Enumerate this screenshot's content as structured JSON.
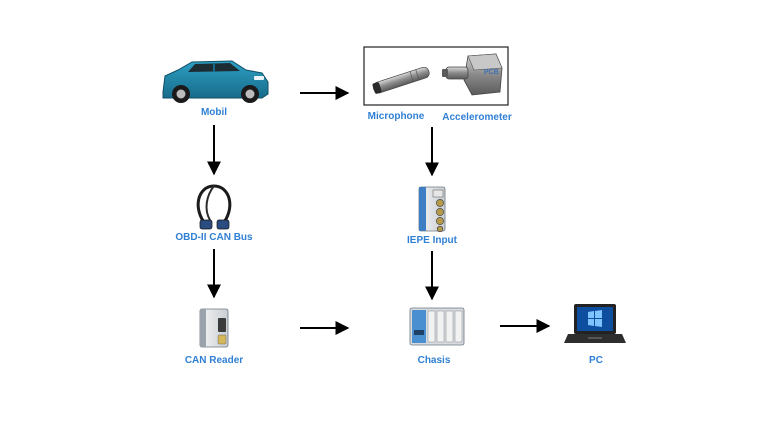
{
  "diagram": {
    "nodes": {
      "mobil": {
        "label": "Mobil",
        "icon": "car-icon"
      },
      "microphone": {
        "label": "Microphone",
        "icon": "microphone-icon"
      },
      "accelerometer": {
        "label": "Accelerometer",
        "icon": "accelerometer-icon"
      },
      "obd": {
        "label": "OBD-II CAN Bus",
        "icon": "obd-cable-icon"
      },
      "iepe": {
        "label": "IEPE Input",
        "icon": "iepe-module-icon"
      },
      "can_reader": {
        "label": "CAN Reader",
        "icon": "can-module-icon"
      },
      "chasis": {
        "label": "Chasis",
        "icon": "chassis-icon"
      },
      "pc": {
        "label": "PC",
        "icon": "laptop-icon"
      }
    },
    "edges": [
      {
        "from": "Mobil",
        "to": "Microphone / Accelerometer"
      },
      {
        "from": "Mobil",
        "to": "OBD-II CAN Bus"
      },
      {
        "from": "Microphone / Accelerometer",
        "to": "IEPE Input"
      },
      {
        "from": "OBD-II CAN Bus",
        "to": "CAN Reader"
      },
      {
        "from": "IEPE Input",
        "to": "Chasis"
      },
      {
        "from": "CAN Reader",
        "to": "Chasis"
      },
      {
        "from": "Chasis",
        "to": "PC"
      }
    ],
    "colors": {
      "label": "#2f7fd4",
      "arrow": "#000000",
      "car_body": "#1f7fa0",
      "sensor_metal": "#8c8c8c"
    }
  }
}
